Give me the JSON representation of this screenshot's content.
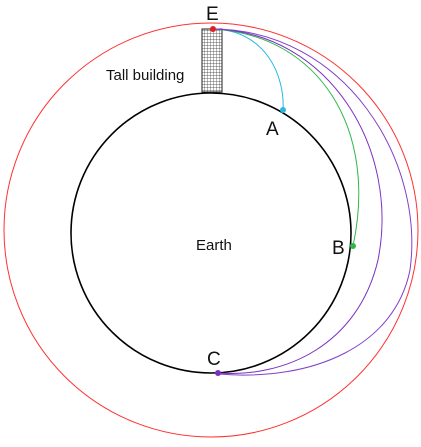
{
  "labels": {
    "point_e": "E",
    "point_a": "A",
    "point_b": "B",
    "point_c": "C",
    "building": "Tall building",
    "earth": "Earth"
  },
  "colors": {
    "outer_orbit": "#ff3030",
    "earth_outline": "#000000",
    "path_a": "#2ab7e0",
    "path_b": "#2db84a",
    "path_c": "#7b2fc0",
    "path_outer": "#8040c8",
    "point_e": "#e02020",
    "building_grid": "#333333"
  }
}
